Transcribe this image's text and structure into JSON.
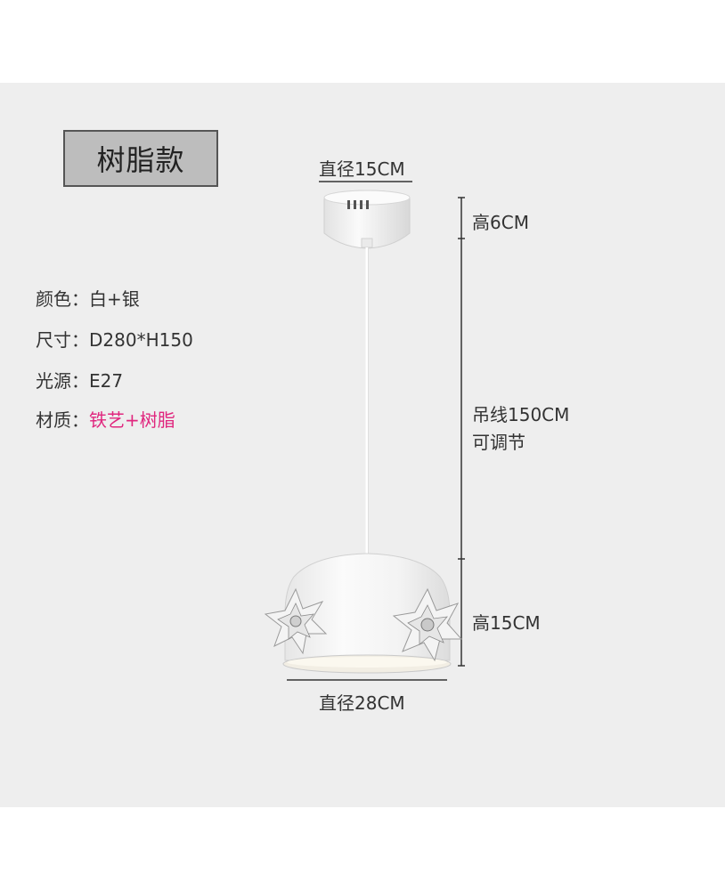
{
  "badge": "树脂款",
  "specs": [
    {
      "label": "颜色：",
      "value": "白+银"
    },
    {
      "label": "尺寸：",
      "value": "D280*H150"
    },
    {
      "label": "光源：",
      "value": "E27"
    },
    {
      "label": "材质：",
      "value": "铁艺+树脂"
    }
  ],
  "dims": {
    "top_diameter": "直径15CM",
    "canopy_height": "高6CM",
    "cord_length": "吊线150CM",
    "cord_note": "可调节",
    "shade_height": "高15CM",
    "bottom_diameter": "直径28CM"
  },
  "colors": {
    "background": "#eeeeee",
    "badge_bg": "#bdbdbd",
    "material_accent": "#e0267e",
    "lamp_white": "#f7f7f7"
  }
}
